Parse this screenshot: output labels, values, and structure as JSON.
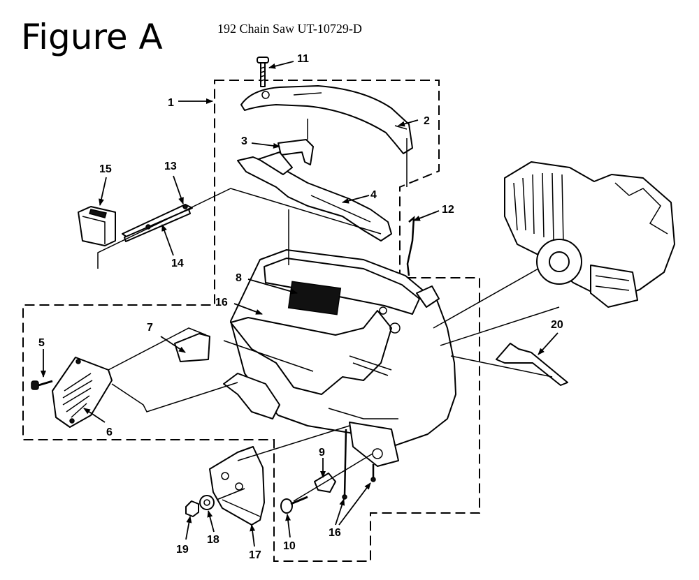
{
  "title": "Figure A",
  "subtitle": "192 Chain Saw UT-10729-D",
  "callouts": {
    "c1": "1",
    "c2": "2",
    "c3": "3",
    "c4": "4",
    "c5": "5",
    "c6": "6",
    "c7": "7",
    "c8": "8",
    "c9": "9",
    "c10": "10",
    "c11": "11",
    "c12": "12",
    "c13": "13",
    "c14": "14",
    "c15": "15",
    "c16a": "16",
    "c16b": "16",
    "c17": "17",
    "c18": "18",
    "c19": "19",
    "c20": "20"
  }
}
